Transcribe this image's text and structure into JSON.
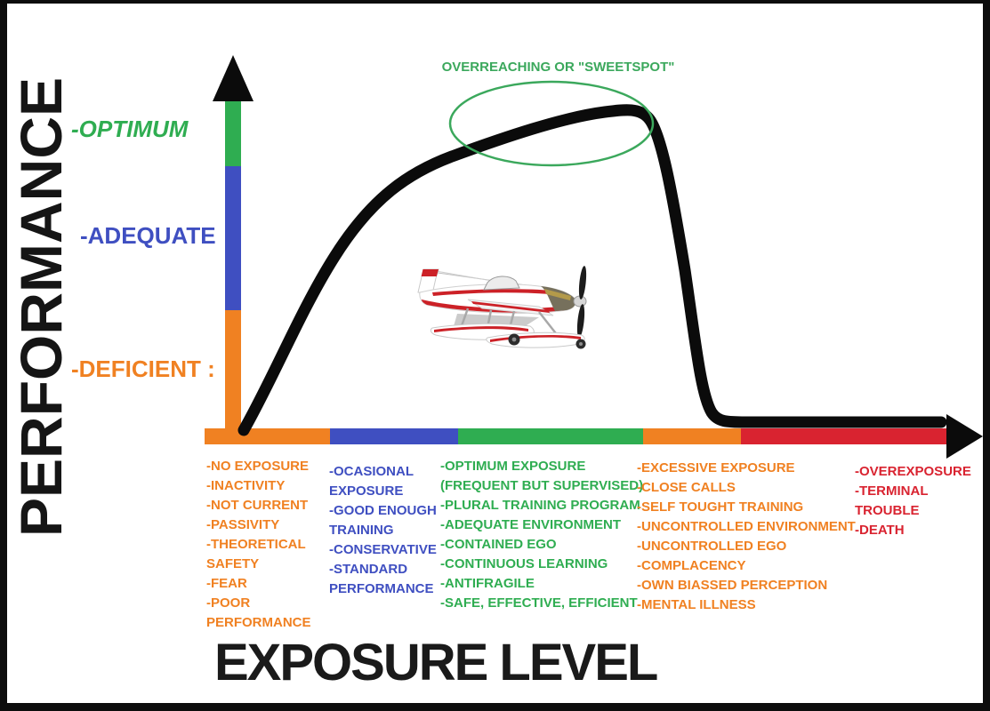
{
  "colors": {
    "orange": "#F08122",
    "blue": "#3F4FC1",
    "green": "#2FAD51",
    "red": "#D92330",
    "black": "#0b0b0b",
    "annotation_green": "#3BA85C"
  },
  "y_axis": {
    "title": "PERFORMANCE",
    "labels": [
      {
        "text": "-OPTIMUM",
        "color": "#2FAD51"
      },
      {
        "text": "-ADEQUATE",
        "color": "#3F4FC1"
      },
      {
        "text": "-DEFICIENT :",
        "color": "#F08122"
      }
    ],
    "segments_bottom_to_top": [
      "orange",
      "blue",
      "green"
    ]
  },
  "x_axis": {
    "title": "EXPOSURE LEVEL",
    "segments_left_to_right": [
      "orange",
      "blue",
      "green",
      "orange",
      "red"
    ]
  },
  "annotation": {
    "text": "OVERREACHING OR \"SWEETSPOT\""
  },
  "image": {
    "name": "red-white-seaplane"
  },
  "columns": [
    {
      "color": "#F08122",
      "lines": [
        "-NO EXPOSURE",
        "-INACTIVITY",
        "-NOT CURRENT",
        "-PASSIVITY",
        "-THEORETICAL",
        "SAFETY",
        "-FEAR",
        "-POOR",
        "PERFORMANCE"
      ]
    },
    {
      "color": "#3F4FC1",
      "lines": [
        "-OCASIONAL",
        "EXPOSURE",
        "-GOOD ENOUGH",
        "TRAINING",
        "-CONSERVATIVE",
        "-STANDARD",
        "PERFORMANCE"
      ]
    },
    {
      "color": "#2FAD51",
      "lines": [
        "-OPTIMUM EXPOSURE",
        "(FREQUENT BUT SUPERVISED)",
        "-PLURAL TRAINING PROGRAM",
        "-ADEQUATE ENVIRONMENT",
        "-CONTAINED EGO",
        "-CONTINUOUS LEARNING",
        "-ANTIFRAGILE",
        "-SAFE, EFFECTIVE, EFFICIENT"
      ]
    },
    {
      "color": "#F08122",
      "lines": [
        "-EXCESSIVE  EXPOSURE",
        "-CLOSE CALLS",
        "-SELF TOUGHT TRAINING",
        "-UNCONTROLLED ENVIRONMENT",
        "-UNCONTROLLED EGO",
        "-COMPLACENCY",
        "-OWN BIASSED PERCEPTION",
        "-MENTAL ILLNESS"
      ]
    },
    {
      "color": "#D92330",
      "lines": [
        "-OVEREXPOSURE",
        "-TERMINAL",
        "TROUBLE",
        "-DEATH"
      ]
    }
  ],
  "chart_data": {
    "type": "line",
    "title": "",
    "xlabel": "EXPOSURE LEVEL",
    "ylabel": "PERFORMANCE",
    "y_zones": [
      "DEFICIENT",
      "ADEQUATE",
      "OPTIMUM"
    ],
    "x_zones": [
      "NO EXPOSURE",
      "OCASIONAL EXPOSURE",
      "OPTIMUM EXPOSURE",
      "EXCESSIVE EXPOSURE",
      "OVEREXPOSURE"
    ],
    "annotation_at_peak": "OVERREACHING OR \"SWEETSPOT\"",
    "curve_points_normalized": [
      [
        0.0,
        0.0
      ],
      [
        0.13,
        0.53
      ],
      [
        0.3,
        0.83
      ],
      [
        0.43,
        0.95
      ],
      [
        0.53,
        0.98
      ],
      [
        0.57,
        0.95
      ],
      [
        0.62,
        0.49
      ],
      [
        0.66,
        0.05
      ],
      [
        0.71,
        0.02
      ],
      [
        0.98,
        0.02
      ]
    ]
  }
}
